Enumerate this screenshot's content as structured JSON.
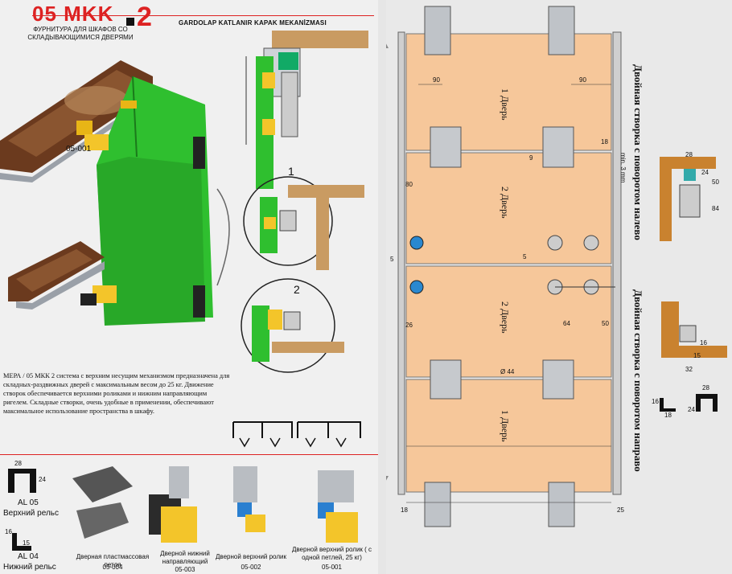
{
  "header": {
    "brand": "05 MKK",
    "brand_num": "2",
    "subtitle_ru": "ФУРНИТУРА ДЛЯ ШКАФОВ СО СКЛАДЫВАЮЩИМИСЯ ДВЕРЯМИ",
    "subtitle_tr": "GARDOLAP KATLANIR KAPAK MEKANİZMASI"
  },
  "left": {
    "part_code": "05-001",
    "detail_1": "1",
    "detail_2": "2",
    "description": "МЕРА / 05 МКК 2 система с верхним несущим механизмом предназначена для складных-раздвижных дверей с максимальным весом до 25 кг. Движение створок обеспечивается верхними роликами и нижним направляющим ригелем. Складные створки, очень удобные в применении, обеспечивают максимальное использование пространства в шкафу."
  },
  "profiles": {
    "al05": {
      "w": "28",
      "h": "24",
      "code": "AL 05",
      "name": "Верхний рельс"
    },
    "al04": {
      "w": "15",
      "h": "16",
      "code": "AL 04",
      "name": "Нижний рельс"
    }
  },
  "parts": [
    {
      "name": "Дверная пластмассовая петля",
      "code": "05-004"
    },
    {
      "name": "Дверной нижний направляющий",
      "code": "05-003"
    },
    {
      "name": "Дверной верхний ролик",
      "code": "05-002"
    },
    {
      "name": "Дверной верхний ролик ( с одной петлей, 25 кг)",
      "code": "05-001"
    }
  ],
  "right": {
    "doors": [
      "1 Дверь",
      "2 Дверь",
      "2 Дверь",
      "1 Дверь"
    ],
    "top_caption": "Двойная створка с поворотом налево",
    "bottom_caption": "Двойная створка с поворотом направо",
    "dims": {
      "d90a": "90",
      "d90b": "90",
      "d18a": "18",
      "d9": "9",
      "d80": "80",
      "d5a": "5",
      "d5b": "5",
      "d26": "26",
      "d64": "64",
      "d50": "50",
      "d44": "Ø 44",
      "d18b": "18",
      "d25": "25",
      "d3mm": "min. 3 mm"
    },
    "side_top": {
      "w": "28",
      "a": "24",
      "b": "50",
      "c": "84"
    },
    "side_bottom": {
      "a": "16",
      "b": "15",
      "c": "32"
    },
    "side_profiles": {
      "a": "16",
      "b": "18",
      "c": "28",
      "d": "24"
    }
  }
}
